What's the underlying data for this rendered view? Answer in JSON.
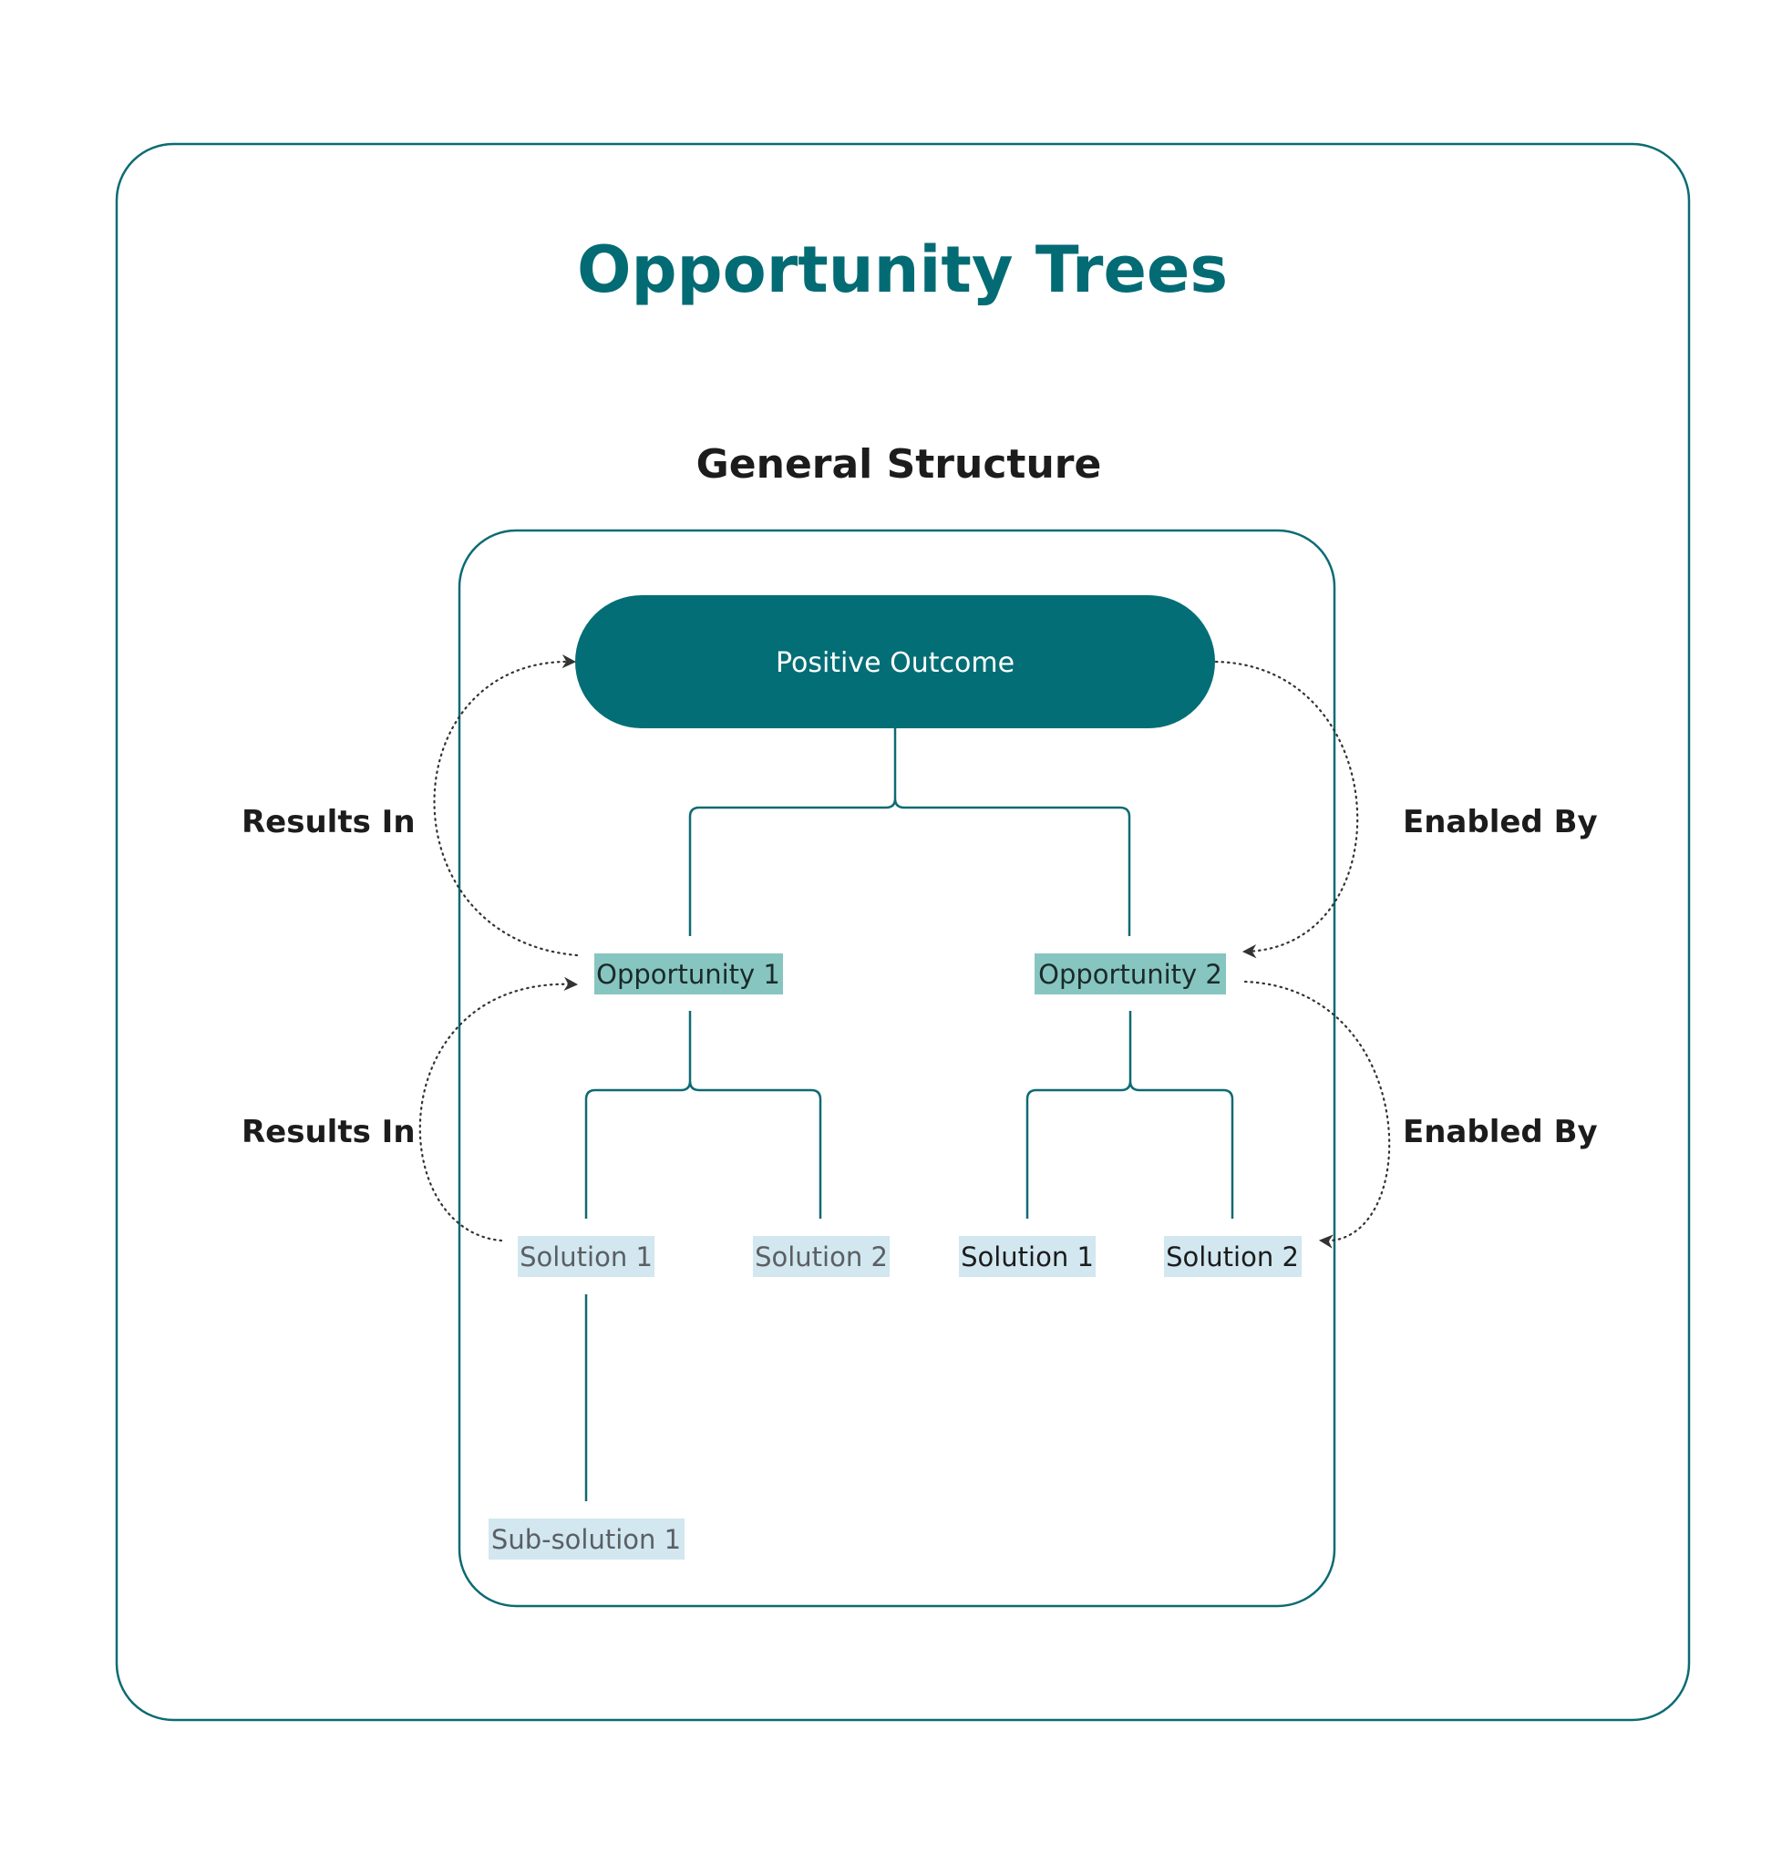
{
  "title": "Opportunity Trees",
  "subtitle": "General Structure",
  "colors": {
    "brand": "#036b74",
    "frame": "#0b6b73",
    "outcome_fill": "#046e76",
    "opportunity_fill": "#87c5c0",
    "solution_fill": "#d2e7ef",
    "muted_text": "#5a5f63",
    "dark_text": "#1c1c1c"
  },
  "tree": {
    "outcome": {
      "label": "Positive Outcome"
    },
    "opportunities": [
      {
        "label": "Opportunity 1",
        "solutions": [
          {
            "label": "Solution 1",
            "muted": true,
            "sub_solutions": [
              {
                "label": "Sub-solution 1",
                "muted": true
              }
            ]
          },
          {
            "label": "Solution 2",
            "muted": true,
            "sub_solutions": []
          }
        ]
      },
      {
        "label": "Opportunity 2",
        "solutions": [
          {
            "label": "Solution 1",
            "muted": false,
            "sub_solutions": []
          },
          {
            "label": "Solution 2",
            "muted": false,
            "sub_solutions": []
          }
        ]
      }
    ]
  },
  "relations": {
    "left": [
      {
        "label": "Results In"
      },
      {
        "label": "Results In"
      }
    ],
    "right": [
      {
        "label": "Enabled By"
      },
      {
        "label": "Enabled By"
      }
    ]
  }
}
